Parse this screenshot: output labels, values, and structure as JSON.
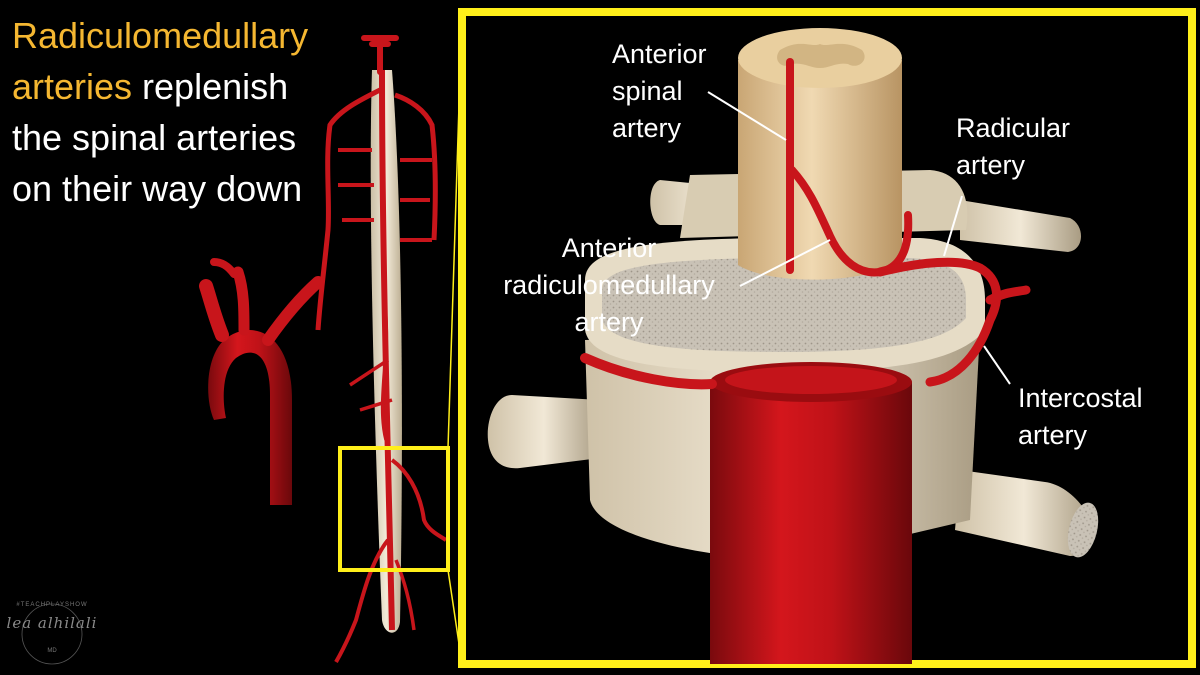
{
  "title": {
    "highlight": "Radiculomedullary arteries",
    "rest": " replenish the spinal arteries on their way down"
  },
  "labels": {
    "anterior_spinal_artery": "Anterior spinal artery",
    "radicular_artery": "Radicular artery",
    "anterior_radiculomedullary_artery": "Anterior radiculomedullary artery",
    "intercostal_artery": "Intercostal artery"
  },
  "watermark": {
    "signature": "lea alhilali",
    "tagline": "#TEACHPLAYSHOW",
    "credential": "MD"
  },
  "colors": {
    "highlight": "#f5b731",
    "frame": "#ffef1a",
    "artery": "#c8151b",
    "bone": "#e8ddc8",
    "cord": "#e3c495"
  }
}
